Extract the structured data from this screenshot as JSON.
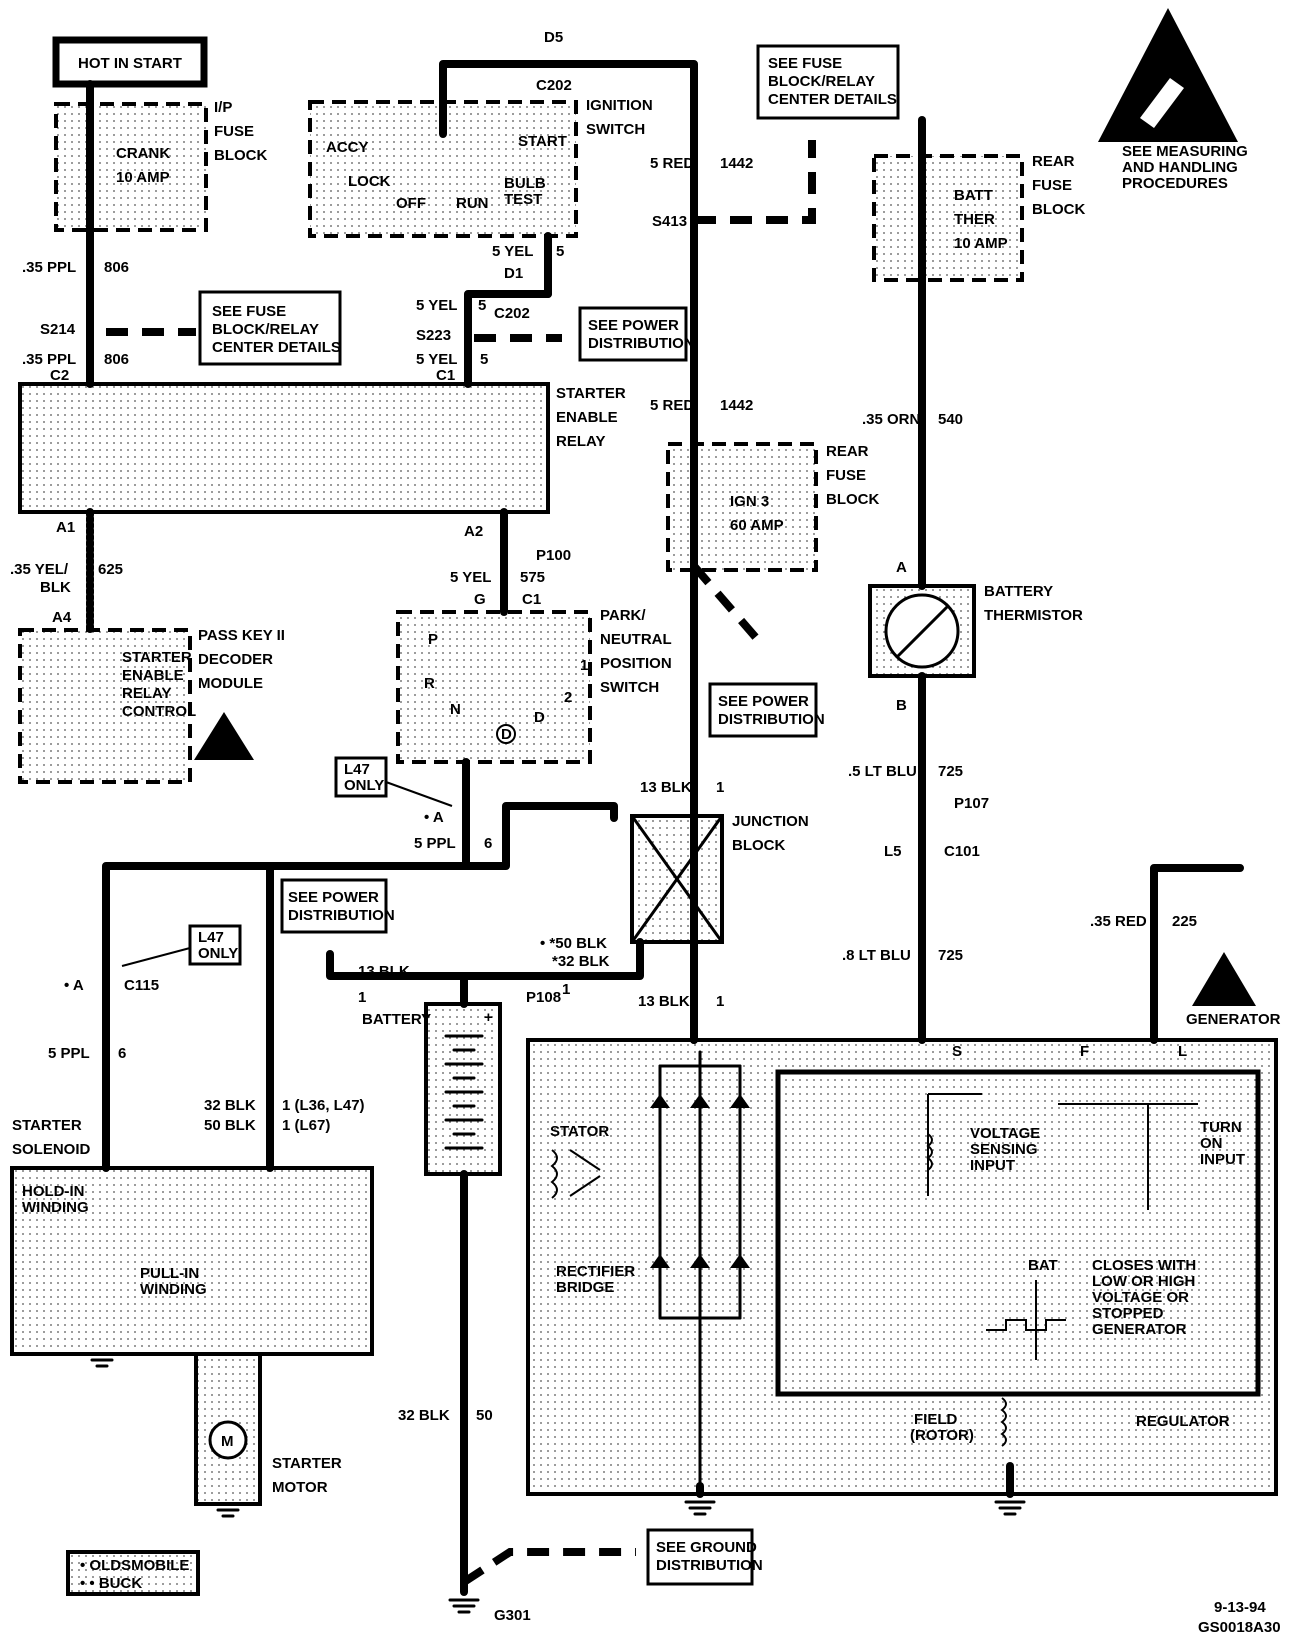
{
  "labels": {
    "hot_in_start": "HOT IN START",
    "ip_fuse_block": [
      "I/P",
      "FUSE",
      "BLOCK"
    ],
    "crank_fuse": [
      "CRANK",
      "10 AMP"
    ],
    "ignition_switch": [
      "IGNITION",
      "SWITCH"
    ],
    "ign_positions": {
      "accy": "ACCY",
      "lock": "LOCK",
      "off": "OFF",
      "run": "RUN",
      "start": "START",
      "bulb": "BULB",
      "test": "TEST"
    },
    "see_fuse_top": [
      "SEE FUSE",
      "BLOCK/RELAY",
      "CENTER DETAILS"
    ],
    "see_fuse_left": [
      "SEE FUSE",
      "BLOCK/RELAY",
      "CENTER DETAILS"
    ],
    "see_power_1": [
      "SEE POWER",
      "DISTRIBUTION"
    ],
    "see_power_2": [
      "SEE POWER",
      "DISTRIBUTION"
    ],
    "see_power_3": [
      "SEE POWER",
      "DISTRIBUTION"
    ],
    "see_ground": [
      "SEE GROUND",
      "DISTRIBUTION"
    ],
    "measuring": [
      "SEE MEASURING",
      "AND HANDLING",
      "PROCEDURES"
    ],
    "rear_fuse_block_1": [
      "REAR",
      "FUSE",
      "BLOCK"
    ],
    "rear_fuse_block_2": [
      "REAR",
      "FUSE",
      "BLOCK"
    ],
    "batt_ther_fuse": [
      "BATT",
      "THER",
      "10 AMP"
    ],
    "ign3_fuse": [
      "IGN 3",
      "60 AMP"
    ],
    "starter_enable_relay": [
      "STARTER",
      "ENABLE",
      "RELAY"
    ],
    "pass_key": [
      "PASS KEY II",
      "DECODER",
      "MODULE"
    ],
    "pass_key_inner": [
      "STARTER",
      "ENABLE",
      "RELAY",
      "CONTROL"
    ],
    "park_neutral": [
      "PARK/",
      "NEUTRAL",
      "POSITION",
      "SWITCH"
    ],
    "pn_positions": {
      "p": "P",
      "r": "R",
      "n": "N",
      "d": "D",
      "d_circle": "D",
      "one": "1",
      "two": "2"
    },
    "battery_thermistor": [
      "BATTERY",
      "THERMISTOR"
    ],
    "junction_block": [
      "JUNCTION",
      "BLOCK"
    ],
    "battery": "BATTERY",
    "plus": "+",
    "starter_solenoid": [
      "STARTER",
      "SOLENOID"
    ],
    "hold_in": [
      "HOLD-IN",
      "WINDING"
    ],
    "pull_in": [
      "PULL-IN",
      "WINDING"
    ],
    "starter_motor": [
      "STARTER",
      "MOTOR"
    ],
    "motor_m": "M",
    "generator": "GENERATOR",
    "stator": "STATOR",
    "rectifier": [
      "RECTIFIER",
      "BRIDGE"
    ],
    "voltage_sensing": [
      "VOLTAGE",
      "SENSING",
      "INPUT"
    ],
    "turn_on": [
      "TURN",
      "ON",
      "INPUT"
    ],
    "bat_term": "BAT",
    "closes": [
      "CLOSES WITH",
      "LOW OR HIGH",
      "VOLTAGE OR",
      "STOPPED",
      "GENERATOR"
    ],
    "field_rotor": [
      "FIELD",
      "(ROTOR)"
    ],
    "regulator": "REGULATOR",
    "gen_terms": {
      "s": "S",
      "f": "F",
      "l": "L"
    },
    "l47_only_1": [
      "L47",
      "ONLY"
    ],
    "l47_only_2": [
      "L47",
      "ONLY"
    ],
    "legend": [
      "• OLDSMOBILE",
      "• • BUCK"
    ],
    "date": "9-13-94",
    "code": "GS0018A30"
  },
  "wires": {
    "w806a": ".35 PPL",
    "w806a_n": "806",
    "w806b": ".35 PPL",
    "w806b_n": "806",
    "w625": ".35 YEL/",
    "w625_b": "BLK",
    "w625_n": "625",
    "w5yel_a": "5 YEL",
    "w5yel_a_n": "5",
    "w5yel_b": "5 YEL",
    "w5yel_b_n": "5",
    "w5yel_c": "5 YEL",
    "w5yel_c_n": "5",
    "w575": "5 YEL",
    "w575_n": "575",
    "w1442a": "5 RED",
    "w1442a_n": "1442",
    "w1442b": "5 RED",
    "w1442b_n": "1442",
    "w540": ".35 ORN",
    "w540_n": "540",
    "w725a": ".5 LT BLU",
    "w725a_n": "725",
    "w725b": ".8 LT BLU",
    "w725b_n": "725",
    "w225": ".35 RED",
    "w225_n": "225",
    "w13blk_a": "13 BLK",
    "w13blk_a_n": "1",
    "w13blk_b": "13 BLK",
    "w13blk_b_n": "1",
    "w13blk_c": "13 BLK",
    "w13blk_c_n": "1",
    "w50_32_a": "• *50 BLK",
    "w50_32_b": "*32 BLK",
    "w50_32_n": "1",
    "w5ppl_a": "5 PPL",
    "w5ppl_a_n": "6",
    "w5ppl_b": "5 PPL",
    "w5ppl_b_n": "6",
    "w32blk": "32 BLK",
    "w32blk_n": "1 (L36, L47)",
    "w50blk": "50 BLK",
    "w50blk_n": "1 (L67)",
    "w32blk_50": "32 BLK",
    "w32blk_50_n": "50"
  },
  "connectors": {
    "d5": "D5",
    "c202_top": "C202",
    "d1": "D1",
    "c202_mid": "C202",
    "c202_mid_n": "5",
    "c2": "C2",
    "c1": "C1",
    "a1": "A1",
    "a2": "A2",
    "a4": "A4",
    "p100": "P100",
    "g": "G",
    "c1b": "C1",
    "s214": "S214",
    "s223": "S223",
    "s413": "S413",
    "a_top": "A",
    "b": "B",
    "p107": "P107",
    "l5": "L5",
    "c101": "C101",
    "dot_a": "• A",
    "c115_a": "• A",
    "c115": "C115",
    "p108": "P108",
    "g301": "G301"
  }
}
